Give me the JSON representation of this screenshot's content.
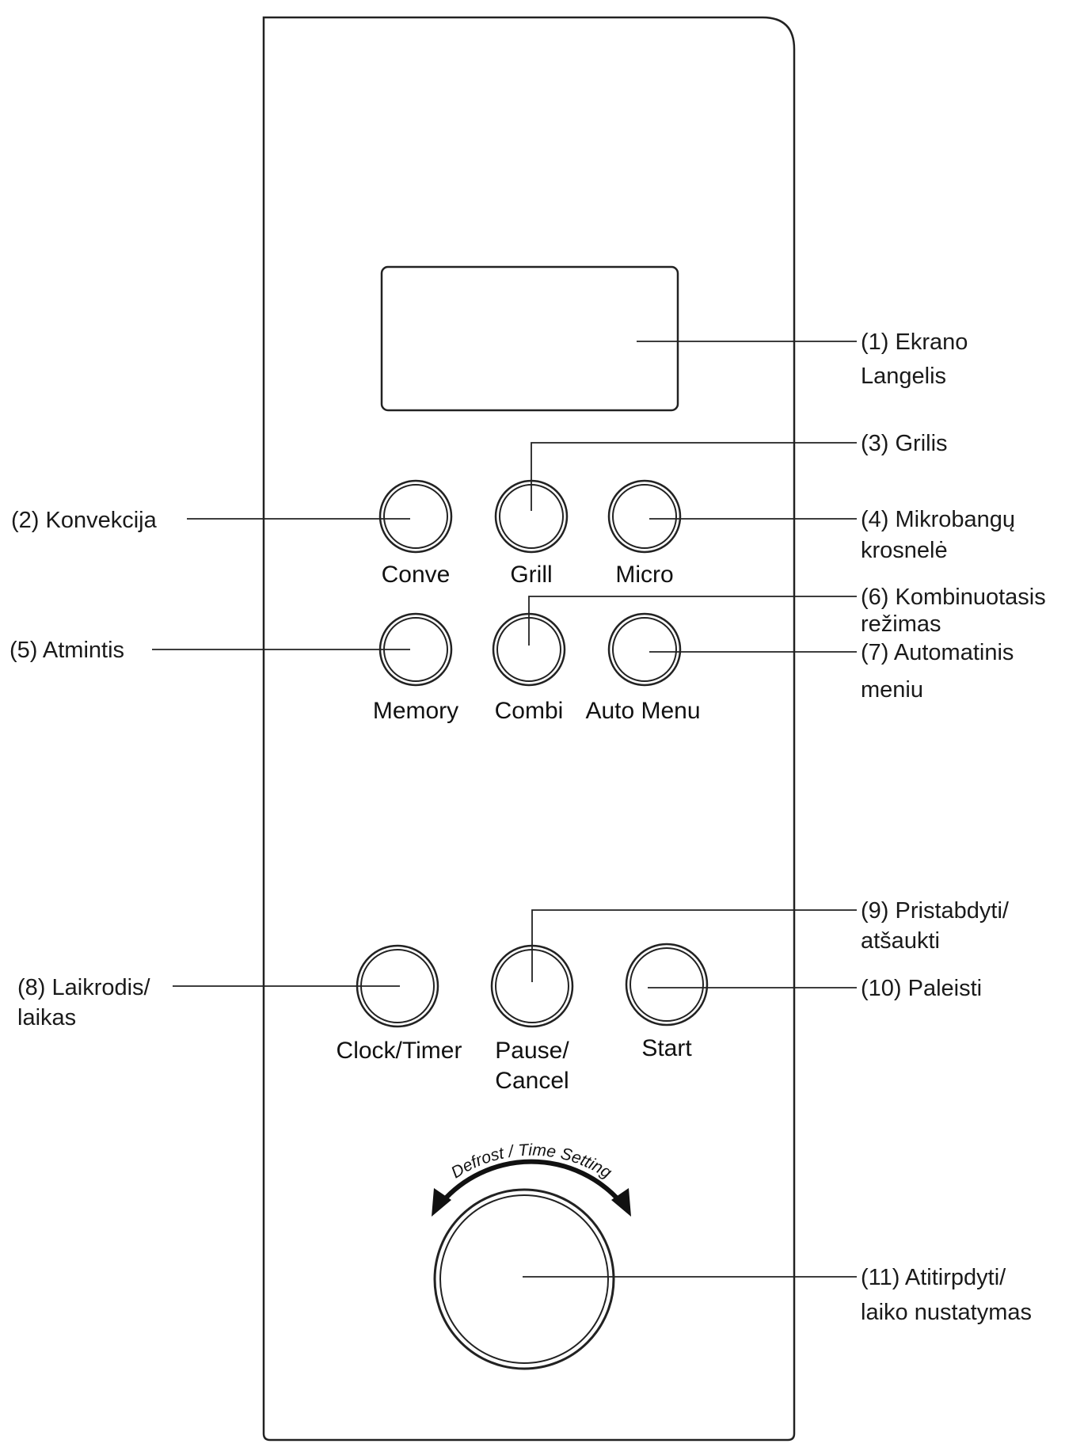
{
  "display_window": {},
  "buttons": {
    "conve": {
      "label": "Conve"
    },
    "grill": {
      "label": "Grill"
    },
    "micro": {
      "label": "Micro"
    },
    "memory": {
      "label": "Memory"
    },
    "combi": {
      "label": "Combi"
    },
    "auto_menu": {
      "label": "Auto Menu"
    },
    "clock_timer": {
      "label": "Clock/Timer"
    },
    "pause_cancel": {
      "label_line1": "Pause/",
      "label_line2": "Cancel"
    },
    "start": {
      "label": "Start"
    }
  },
  "dial": {
    "arc_label": "Defrost / Time Setting"
  },
  "callouts": {
    "c1": {
      "line1": "(1) Ekrano",
      "line2": "Langelis"
    },
    "c2": {
      "line1": "(2) Konvekcija"
    },
    "c3": {
      "line1": "(3) Grilis"
    },
    "c4": {
      "line1": "(4) Mikrobangų",
      "line2": "krosnelė"
    },
    "c5": {
      "line1": "(5) Atmintis"
    },
    "c6": {
      "line1": "(6) Kombinuotasis",
      "line2": "režimas"
    },
    "c7": {
      "line1": "(7) Automatinis",
      "line2": "meniu"
    },
    "c8": {
      "line1": "(8) Laikrodis/",
      "line2": "laikas"
    },
    "c9": {
      "line1": "(9) Pristabdyti/",
      "line2": "atšaukti"
    },
    "c10": {
      "line1": "(10) Paleisti"
    },
    "c11": {
      "line1": "(11) Atitirpdyti/",
      "line2": "laiko nustatymas"
    }
  }
}
